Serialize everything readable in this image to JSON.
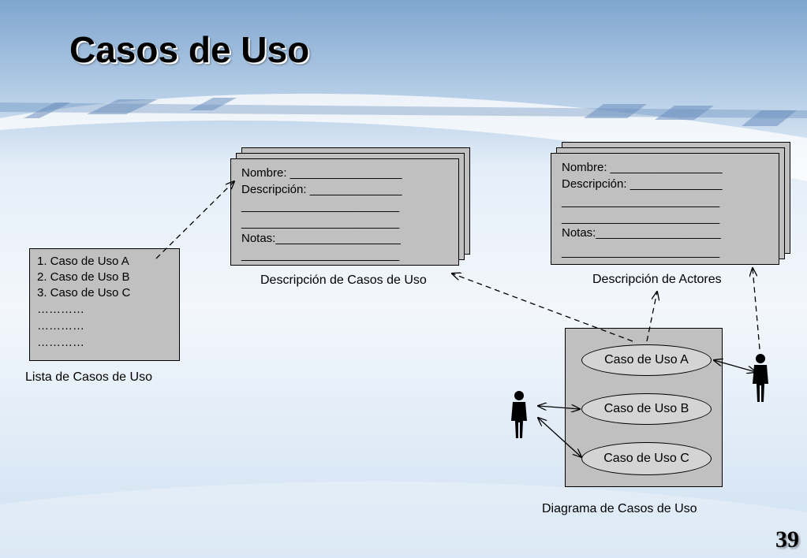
{
  "title": "Casos de Uso",
  "page_number": "39",
  "list": {
    "items": [
      "1. Caso de Uso A",
      "2. Caso de Uso B",
      "3. Caso de Uso C",
      "…………",
      "…………",
      "…………"
    ],
    "caption": "Lista de Casos de Uso"
  },
  "usecase_desc": {
    "lines": [
      "Nombre: _________________",
      "Descripción: ______________",
      "________________________",
      "________________________",
      "Notas:___________________",
      "________________________"
    ],
    "caption": "Descripción de Casos de Uso"
  },
  "actor_desc": {
    "lines": [
      "Nombre: _________________",
      "Descripción: ______________",
      "________________________",
      "________________________",
      "Notas:___________________",
      "________________________"
    ],
    "caption": "Descripción de Actores"
  },
  "diagram": {
    "usecases": [
      "Caso de Uso A",
      "Caso de Uso B",
      "Caso de Uso C"
    ],
    "caption": "Diagrama de Casos de Uso"
  }
}
